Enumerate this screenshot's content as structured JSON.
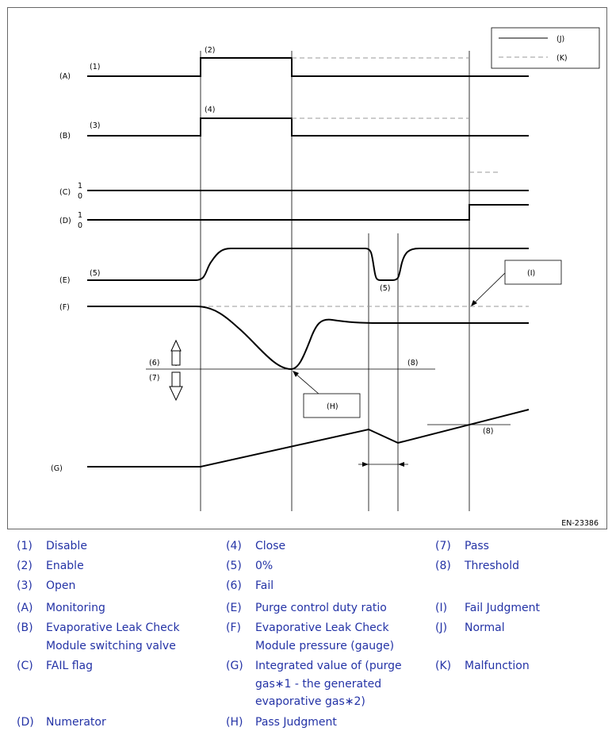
{
  "diagram": {
    "signals": {
      "A": "(A)",
      "B": "(B)",
      "C": "(C)",
      "D": "(D)",
      "E": "(E)",
      "F": "(F)",
      "G": "(G)"
    },
    "callouts": {
      "n1": "(1)",
      "n2": "(2)",
      "n3": "(3)",
      "n4": "(4)",
      "n5": "(5)",
      "n5b": "(5)",
      "n6": "(6)",
      "n7": "(7)",
      "n8": "(8)",
      "n8b": "(8)",
      "H": "(H)",
      "I": "(I)",
      "J": "(J)",
      "K": "(K)",
      "c_one": "1",
      "c_zero": "0",
      "d_one": "1",
      "d_zero": "0"
    },
    "figure_id": "EN-23386"
  },
  "legend": [
    {
      "key": "(1)",
      "text": "Disable"
    },
    {
      "key": "(4)",
      "text": "Close"
    },
    {
      "key": "(7)",
      "text": "Pass"
    },
    {
      "key": "(2)",
      "text": "Enable"
    },
    {
      "key": "(5)",
      "text": "0%"
    },
    {
      "key": "(8)",
      "text": "Threshold"
    },
    {
      "key": "(3)",
      "text": "Open"
    },
    {
      "key": "(6)",
      "text": "Fail"
    },
    {
      "key": "(A)",
      "text": "Monitoring"
    },
    {
      "key": "(E)",
      "text": "Purge control duty ratio"
    },
    {
      "key": "(I)",
      "text": "Fail Judgment"
    },
    {
      "key": "(B)",
      "text": "Evaporative Leak Check Module switching valve"
    },
    {
      "key": "(F)",
      "text": "Evaporative Leak Check Module pressure (gauge)"
    },
    {
      "key": "(J)",
      "text": "Normal"
    },
    {
      "key": "(C)",
      "text": "FAIL flag"
    },
    {
      "key": "(G)",
      "text": "Integrated value of (purge gas∗1 - the generated evaporative gas∗2)"
    },
    {
      "key": "(K)",
      "text": "Malfunction"
    },
    {
      "key": "(D)",
      "text": "Numerator"
    },
    {
      "key": "(H)",
      "text": "Pass Judgment"
    }
  ]
}
